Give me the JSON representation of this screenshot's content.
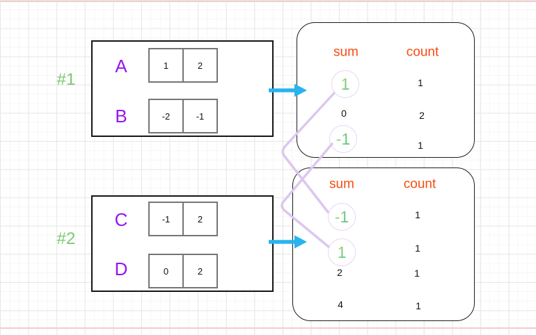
{
  "colors": {
    "group_label_green": "#79ca6f",
    "array_name_purple": "#9416f2",
    "header_orange": "#fa4b11",
    "highlight_green": "#5ec973",
    "arrow_blue": "#29b3ef",
    "connector_lavender": "#dcc7ee",
    "page_margin_pink": "#f3cfcf"
  },
  "groups": [
    {
      "label": "#1",
      "arrays": [
        {
          "name": "A",
          "values": [
            "1",
            "2"
          ]
        },
        {
          "name": "B",
          "values": [
            "-2",
            "-1"
          ]
        }
      ],
      "table": {
        "sum_header": "sum",
        "count_header": "count",
        "rows": [
          {
            "sum": "1",
            "count": "1",
            "highlighted": true
          },
          {
            "sum": "0",
            "count": "2",
            "highlighted": false
          },
          {
            "sum": "-1",
            "count": "1",
            "highlighted": true
          }
        ]
      }
    },
    {
      "label": "#2",
      "arrays": [
        {
          "name": "C",
          "values": [
            "-1",
            "2"
          ]
        },
        {
          "name": "D",
          "values": [
            "0",
            "2"
          ]
        }
      ],
      "table": {
        "sum_header": "sum",
        "count_header": "count",
        "rows": [
          {
            "sum": "-1",
            "count": "1",
            "highlighted": true
          },
          {
            "sum": "1",
            "count": "1",
            "highlighted": true
          },
          {
            "sum": "2",
            "count": "1",
            "highlighted": false
          },
          {
            "sum": "4",
            "count": "1",
            "highlighted": false
          }
        ]
      }
    }
  ]
}
